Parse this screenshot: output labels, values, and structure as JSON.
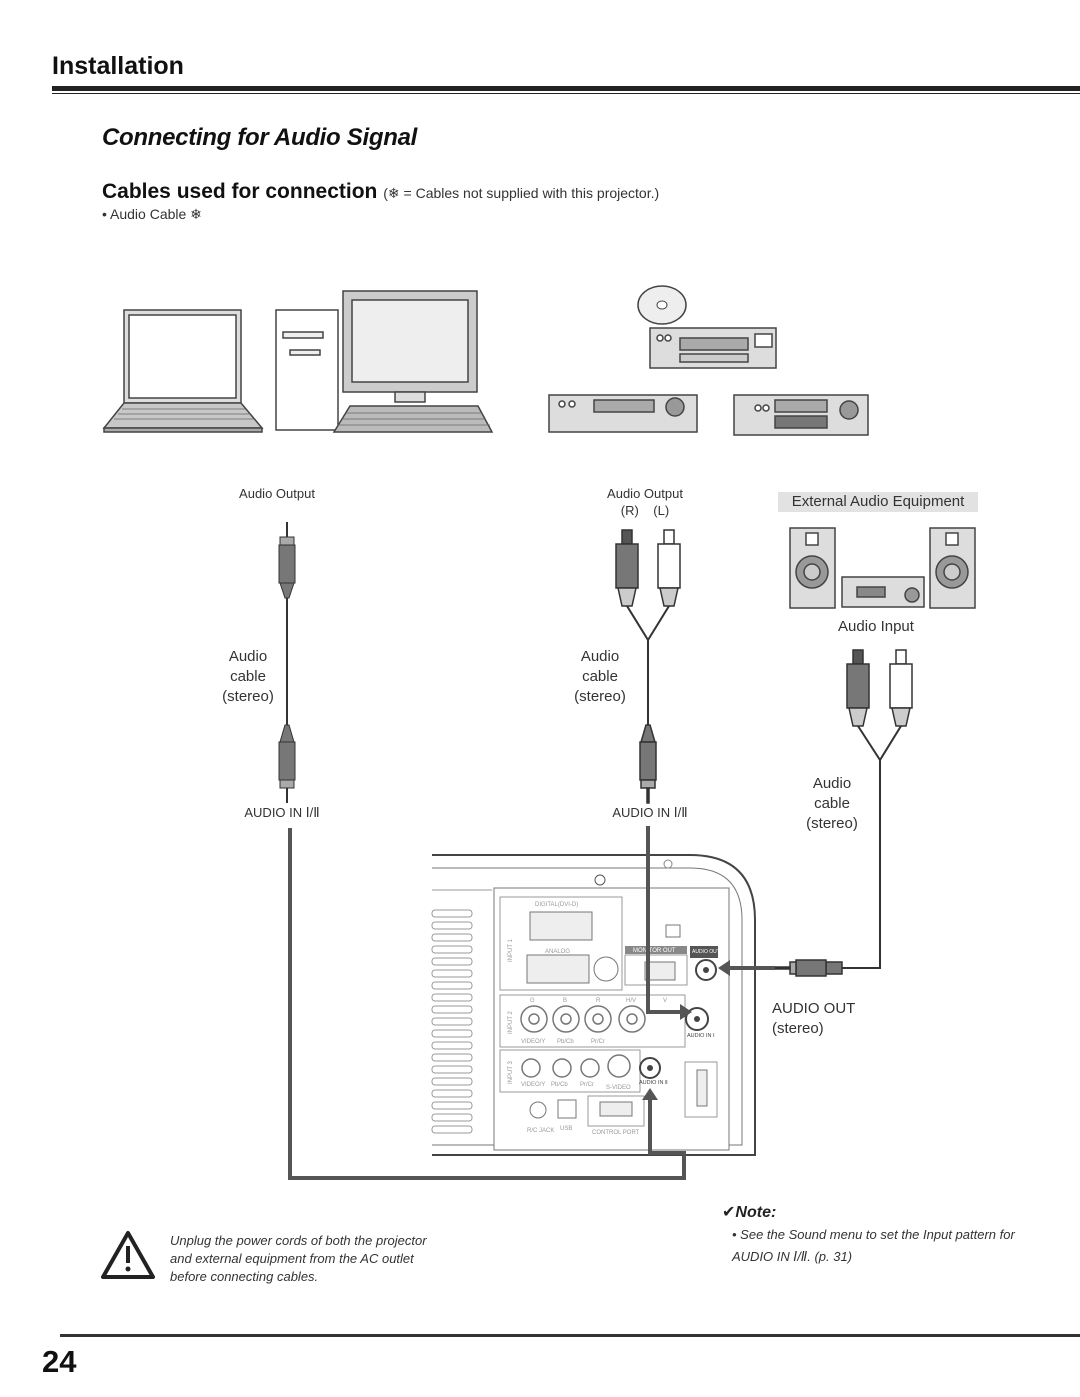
{
  "header": {
    "title": "Installation"
  },
  "section_title": "Connecting for Audio Signal",
  "cables": {
    "heading": "Cables used for connection",
    "note": "(❄ = Cables not supplied with this projector.)",
    "item": "• Audio Cable ❄"
  },
  "left_chain": {
    "output_label": "Audio Output",
    "cable_label": [
      "Audio",
      "cable",
      "(stereo)"
    ],
    "input_label": "AUDIO IN Ⅰ/Ⅱ"
  },
  "middle_chain": {
    "output_label": "Audio Output",
    "channels_label": "(R)    (L)",
    "cable_label": [
      "Audio",
      "cable",
      "(stereo)"
    ],
    "input_label": "AUDIO IN Ⅰ/Ⅱ"
  },
  "right_chain": {
    "equipment_label": "External Audio Equipment",
    "input_label": "Audio Input",
    "cable_label": [
      "Audio",
      "cable",
      "(stereo)"
    ],
    "output_label": "AUDIO OUT",
    "output_sub": "(stereo)"
  },
  "projector_panel": {
    "digital": "DIGITAL(DVI-D)",
    "analog": "ANALOG",
    "monitor_out": "MONITOR OUT",
    "audio_out": "AUDIO OUT",
    "input1": "INPUT 1",
    "input2": "INPUT 2",
    "input3": "INPUT 3",
    "g": "G",
    "b": "B",
    "r": "R",
    "hv": "H/V",
    "v": "V",
    "video_y": "VIDEO/Y",
    "pb_cb": "Pb/Cb",
    "pr_cr": "Pr/Cr",
    "s_video": "S-VIDEO",
    "audio_in_1": "AUDIO IN Ⅰ",
    "audio_in_2": "AUDIO IN Ⅱ",
    "rc_jack": "R/C JACK",
    "usb": "USB",
    "control_port": "CONTROL PORT"
  },
  "note": {
    "title": "✔Note:",
    "text": "• See the Sound menu to set the Input pattern for AUDIO IN Ⅰ/Ⅱ. (p. 31)"
  },
  "warning": {
    "text": "Unplug the power cords of both the projector and external equipment from the AC outlet before connecting cables."
  },
  "page_number": "24"
}
